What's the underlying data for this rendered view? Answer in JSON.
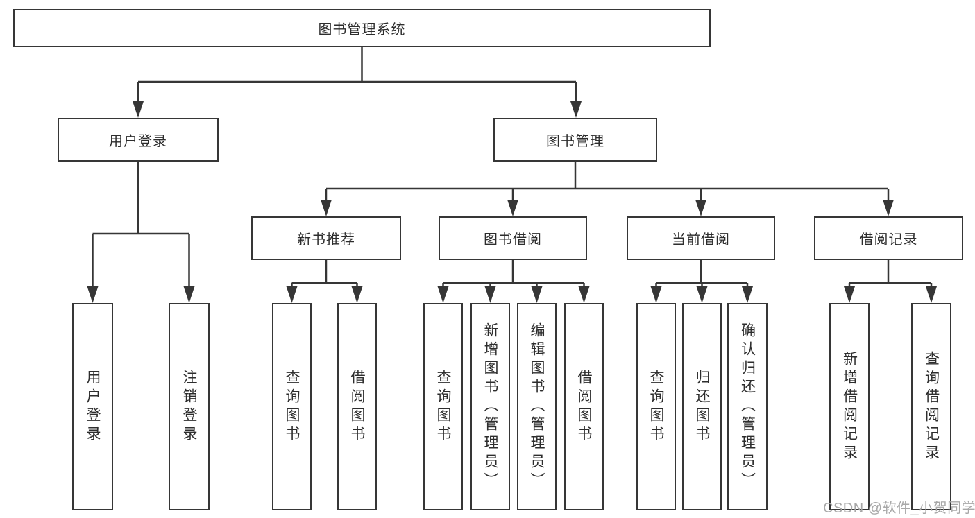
{
  "diagram": {
    "type": "tree",
    "root": {
      "label": "图书管理系统"
    },
    "branches": [
      {
        "label": "用户登录",
        "children": [
          {
            "label": "用户登录"
          },
          {
            "label": "注销登录"
          }
        ]
      },
      {
        "label": "图书管理",
        "children": [
          {
            "label": "新书推荐",
            "children": [
              {
                "label": "查询图书"
              },
              {
                "label": "借阅图书"
              }
            ]
          },
          {
            "label": "图书借阅",
            "children": [
              {
                "label": "查询图书"
              },
              {
                "label": "新增图书（管理员）"
              },
              {
                "label": "编辑图书（管理员）"
              },
              {
                "label": "借阅图书"
              }
            ]
          },
          {
            "label": "当前借阅",
            "children": [
              {
                "label": "查询图书"
              },
              {
                "label": "归还图书"
              },
              {
                "label": "确认归还（管理员）"
              }
            ]
          },
          {
            "label": "借阅记录",
            "children": [
              {
                "label": "新增借阅记录"
              },
              {
                "label": "查询借阅记录"
              }
            ]
          }
        ]
      }
    ],
    "watermark": "CSDN @软件_小贺同学",
    "colors": {
      "line": "#363636",
      "text": "#2d2d2d",
      "watermark": "#a8a8a8",
      "background": "#ffffff"
    }
  }
}
